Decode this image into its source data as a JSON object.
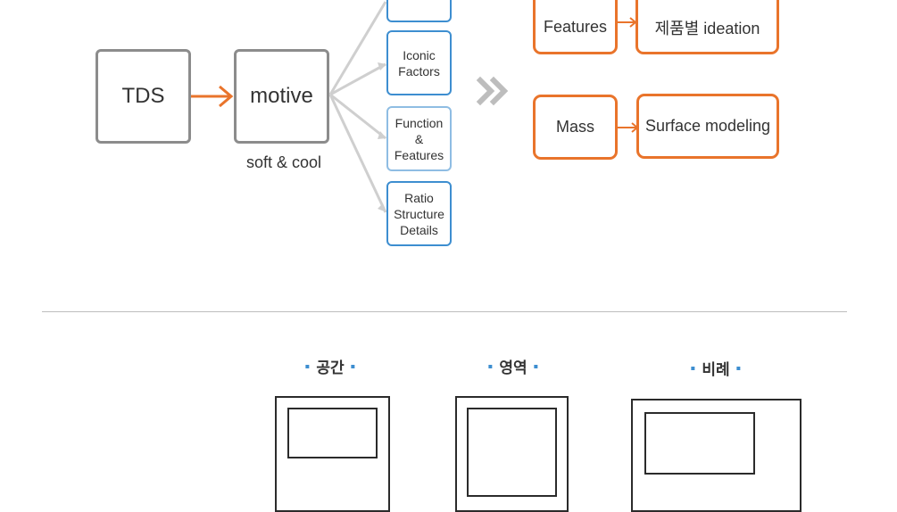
{
  "flow": {
    "tds": "TDS",
    "motive": "motive",
    "motive_caption": "soft & cool",
    "branches": [
      "Iconic\nFactors",
      "Function\n&\nFeatures",
      "Ratio\nStructure\nDetails"
    ],
    "results": {
      "features": "Features",
      "ideation": "제품별 ideation",
      "mass": "Mass",
      "surface": "Surface modeling"
    }
  },
  "bottom": {
    "labels": [
      "공간",
      "영역",
      "비례"
    ]
  },
  "colors": {
    "orange": "#e9742b",
    "blue": "#3d8ed0",
    "gray": "#8c8c8c",
    "connector": "#cfcfcf",
    "chevron": "#bdbdbd"
  }
}
